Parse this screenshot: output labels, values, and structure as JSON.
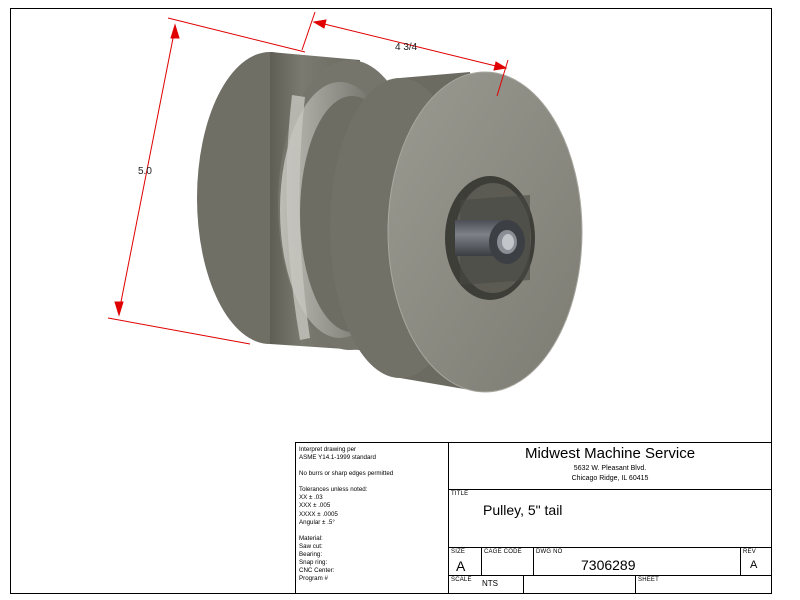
{
  "dimensions": {
    "height_label": "5.0",
    "length_label": "4 3/4"
  },
  "title_block": {
    "notes": {
      "interpret_1": "Interpret drawing per",
      "interpret_2": "ASME Y14.1-1999 standard",
      "burrs": "No burrs or sharp edges permitted",
      "tol_header": "Tolerances unless noted:",
      "tol_xx": "XX ± .03",
      "tol_xxx": "XXX ± .005",
      "tol_xxxx": "XXXX ± .0005",
      "tol_angular": "Angular ± .5°",
      "material": "Material:",
      "saw_cut": "Saw cut:",
      "bearing": "Bearing:",
      "snap_ring": "Snap ring:",
      "cnc_center": "CNC Center:",
      "program": "Program #"
    },
    "company": {
      "name": "Midwest Machine Service",
      "address1": "5632 W. Pleasant Blvd.",
      "address2": "Chicago Ridge, IL 60415"
    },
    "title_label": "TITLE",
    "title_value": "Pulley, 5\" tail",
    "size_label": "SIZE",
    "size_value": "A",
    "cage_label": "CAGE CODE",
    "dwg_label": "DWG NO",
    "dwg_value": "7306289",
    "rev_label": "REV",
    "rev_value": "A",
    "scale_label": "SCALE",
    "scale_value": "NTS",
    "sheet_label": "SHEET"
  }
}
